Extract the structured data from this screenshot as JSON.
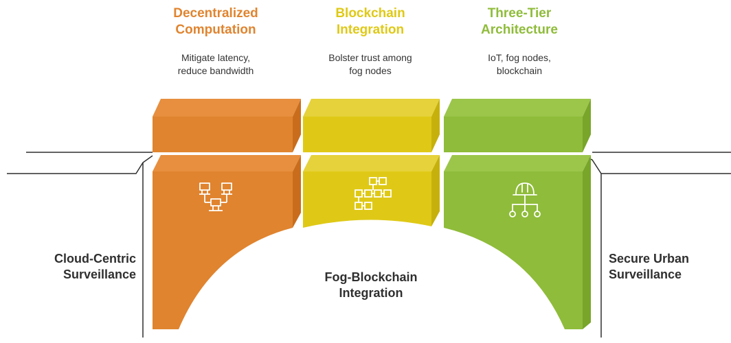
{
  "colors": {
    "orange": "#e0842f",
    "orange_dark": "#c96d1c",
    "yellow": "#dfc916",
    "yellow_dark": "#c6b10c",
    "green": "#8fbc3a",
    "green_dark": "#78a52a",
    "line": "#2f2f2f",
    "icon": "#ffffff"
  },
  "left_label": "Cloud-Centric\nSurveillance",
  "right_label": "Secure Urban\nSurveillance",
  "bridge_label": "Fog-Blockchain\nIntegration",
  "columns": [
    {
      "heading": "Decentralized\nComputation",
      "heading_color": "#e0842f",
      "description": "Mitigate latency,\nreduce bandwidth",
      "icon": "network-nodes-icon"
    },
    {
      "heading": "Blockchain\nIntegration",
      "heading_color": "#dfc916",
      "description": "Bolster trust among\nfog nodes",
      "icon": "blockchain-icon"
    },
    {
      "heading": "Three-Tier\nArchitecture",
      "heading_color": "#8fbc3a",
      "description": "IoT, fog nodes,\nblockchain",
      "icon": "hardhat-hierarchy-icon"
    }
  ]
}
